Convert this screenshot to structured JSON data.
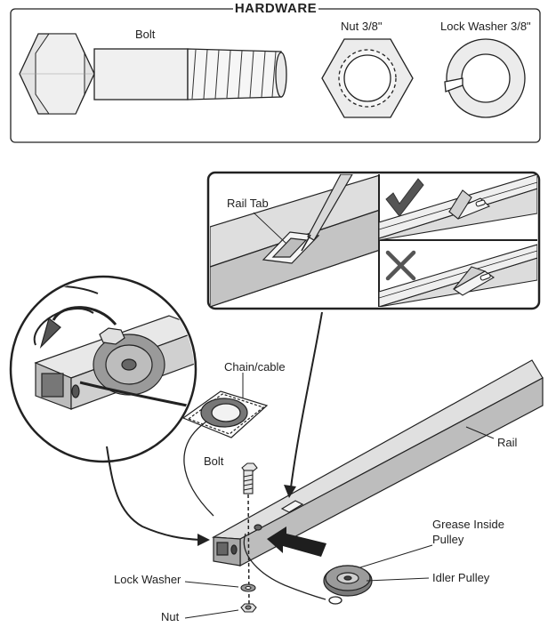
{
  "hardware": {
    "title": "HARDWARE",
    "items": [
      "Bolt",
      "Nut 3/8\"",
      "Lock Washer 3/8\""
    ]
  },
  "inset": {
    "rail_tab_label": "Rail Tab",
    "correct_icon": "check-mark-icon",
    "incorrect_icon": "x-mark-icon"
  },
  "assembly": {
    "chain_cable": "Chain/cable",
    "rail": "Rail",
    "bolt": "Bolt",
    "grease_line1": "Grease Inside",
    "grease_line2": "Pulley",
    "idler_pulley": "Idler Pulley",
    "lock_washer": "Lock Washer",
    "nut": "Nut"
  },
  "colors": {
    "line": "#222222",
    "rail_top": "#e0e0e0",
    "rail_side": "#bdbdbd",
    "pulley": "#8a8a8a"
  }
}
